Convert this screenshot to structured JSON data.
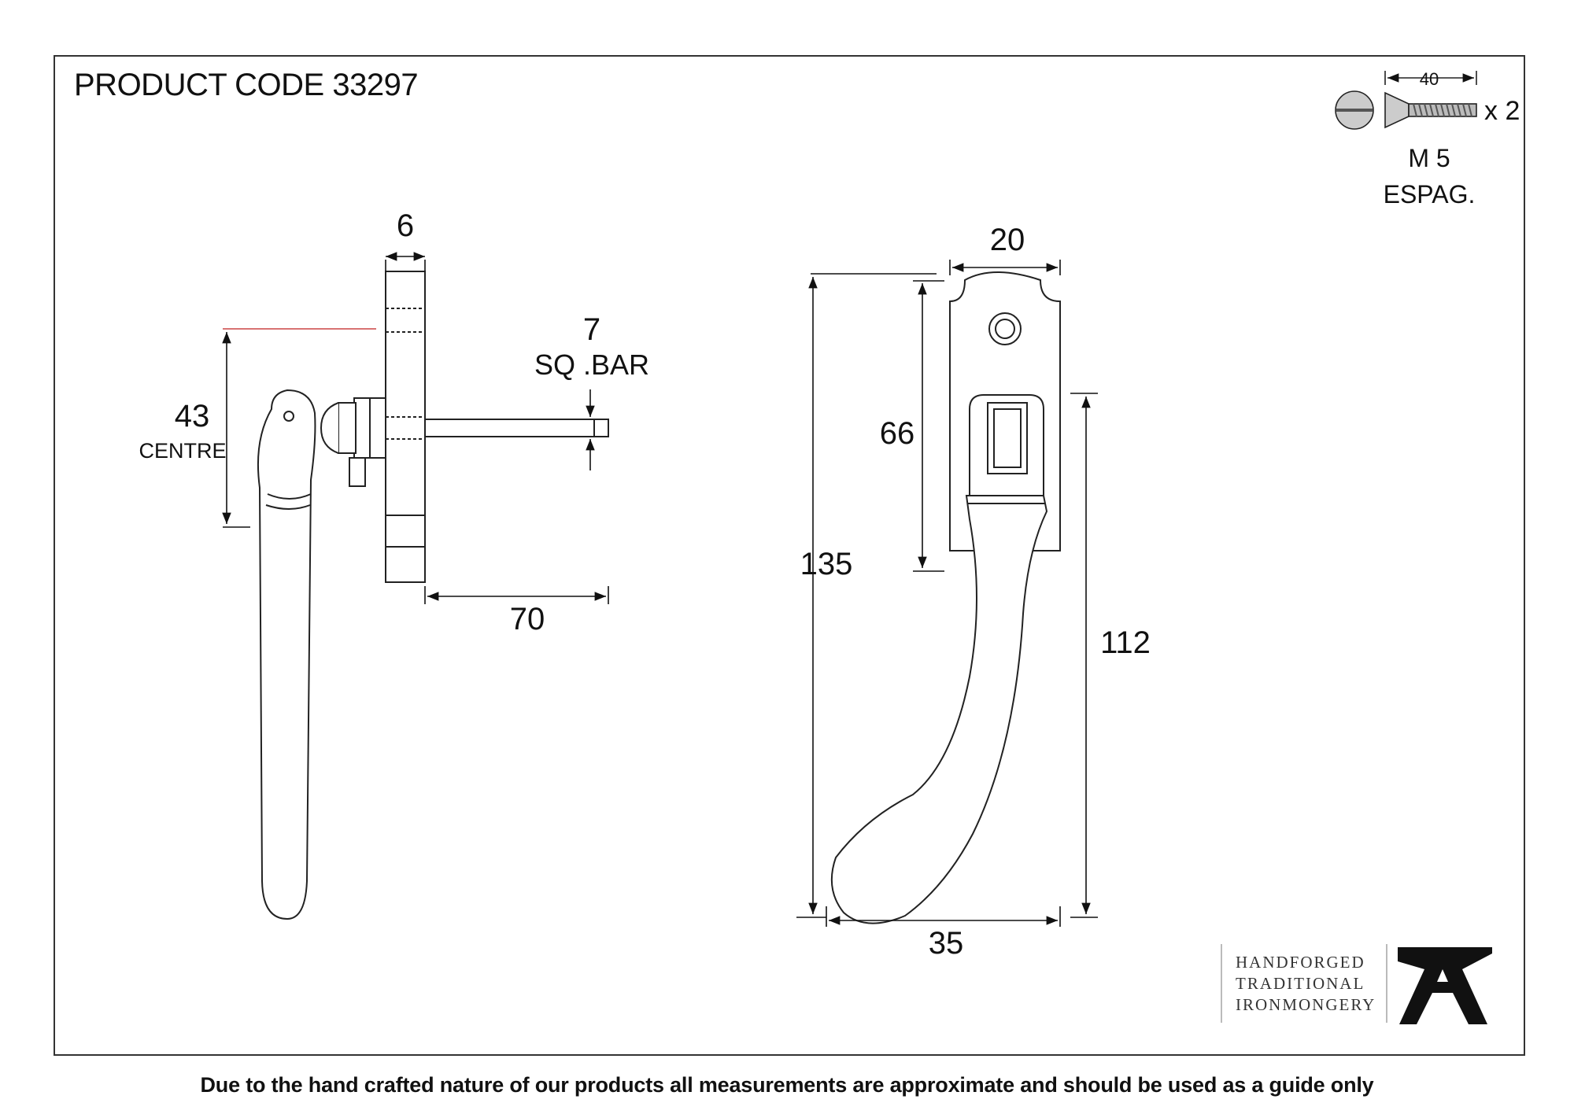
{
  "header": {
    "product_code": "PRODUCT CODE 33297"
  },
  "side_view": {
    "plate_thickness": "6",
    "bar_size": "7",
    "bar_label": "SQ .BAR",
    "centre_value": "43",
    "centre_label": "CENTRE",
    "bar_length": "70"
  },
  "front_view": {
    "plate_width": "20",
    "height_top_to_handle": "66",
    "total_height": "135",
    "handle_height": "112",
    "handle_width": "35"
  },
  "screw": {
    "length": "40",
    "quantity": "x 2",
    "size": "M 5",
    "type": "ESPAG."
  },
  "logo": {
    "line1": "HANDFORGED",
    "line2": "TRADITIONAL",
    "line3": "IRONMONGERY"
  },
  "footer": {
    "disclaimer": "Due to the hand crafted nature of our products all measurements are approximate and should be used as a guide only"
  }
}
